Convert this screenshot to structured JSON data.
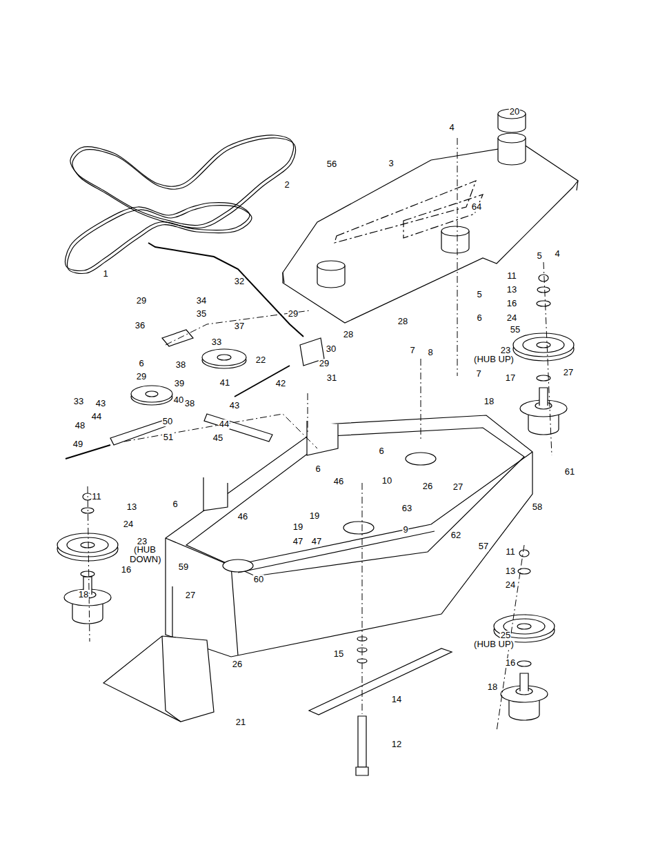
{
  "diagram": {
    "labels": [
      "20",
      "4",
      "56",
      "3",
      "2",
      "64",
      "1",
      "5",
      "4",
      "11",
      "5",
      "13",
      "32",
      "29",
      "34",
      "35",
      "16",
      "6",
      "29",
      "24",
      "28",
      "36",
      "37",
      "55",
      "28",
      "33",
      "30",
      "8",
      "7",
      "23",
      "(HUB UP)",
      "6",
      "29",
      "22",
      "29",
      "38",
      "39",
      "41",
      "7",
      "17",
      "27",
      "31",
      "42",
      "43",
      "33",
      "40",
      "18",
      "38",
      "43",
      "44",
      "44",
      "48",
      "49",
      "50",
      "51",
      "45",
      "10",
      "6",
      "6",
      "61",
      "46",
      "26",
      "27",
      "11",
      "13",
      "6",
      "63",
      "58",
      "19",
      "46",
      "24",
      "9",
      "23",
      "(HUB DOWN)",
      "19",
      "47",
      "47",
      "62",
      "57",
      "11",
      "16",
      "13",
      "59",
      "60",
      "24",
      "18",
      "27",
      "15",
      "25",
      "(HUB UP)",
      "16",
      "26",
      "18",
      "14",
      "21",
      "12"
    ]
  }
}
